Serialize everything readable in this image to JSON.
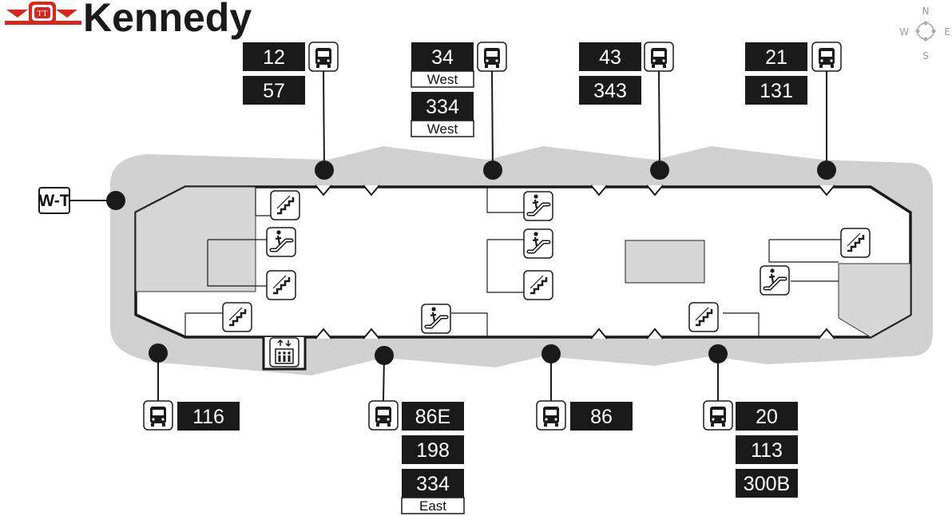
{
  "title": "Kennedy",
  "logo": {
    "name": "ttc-logo",
    "color": "#da251d"
  },
  "compass": {
    "n": "N",
    "e": "E",
    "s": "S",
    "w": "W"
  },
  "colors": {
    "platform_zone": "#d0d0d0",
    "floor": "#ffffff",
    "wall": "#1a1a1a",
    "route_box": "#1a1a1a",
    "route_text": "#ffffff"
  },
  "entrance": {
    "label": "W-T"
  },
  "bays": [
    {
      "id": "bay-north-1",
      "routes": [
        {
          "number": "12"
        },
        {
          "number": "57"
        }
      ]
    },
    {
      "id": "bay-north-2",
      "routes": [
        {
          "number": "34",
          "direction": "West"
        },
        {
          "number": "334",
          "direction": "West"
        }
      ]
    },
    {
      "id": "bay-north-3",
      "routes": [
        {
          "number": "43"
        },
        {
          "number": "343"
        }
      ]
    },
    {
      "id": "bay-north-4",
      "routes": [
        {
          "number": "21"
        },
        {
          "number": "131"
        }
      ]
    },
    {
      "id": "bay-south-1",
      "routes": [
        {
          "number": "116"
        }
      ]
    },
    {
      "id": "bay-south-2",
      "routes": [
        {
          "number": "86E"
        },
        {
          "number": "198"
        },
        {
          "number": "334",
          "direction": "East"
        }
      ]
    },
    {
      "id": "bay-south-3",
      "routes": [
        {
          "number": "86"
        }
      ]
    },
    {
      "id": "bay-south-4",
      "routes": [
        {
          "number": "20"
        },
        {
          "number": "113"
        },
        {
          "number": "300B"
        }
      ]
    }
  ],
  "icons": {
    "stairs": "stairs-icon",
    "escalator": "escalator-icon",
    "elevator": "elevator-icon",
    "bus": "bus-icon"
  }
}
